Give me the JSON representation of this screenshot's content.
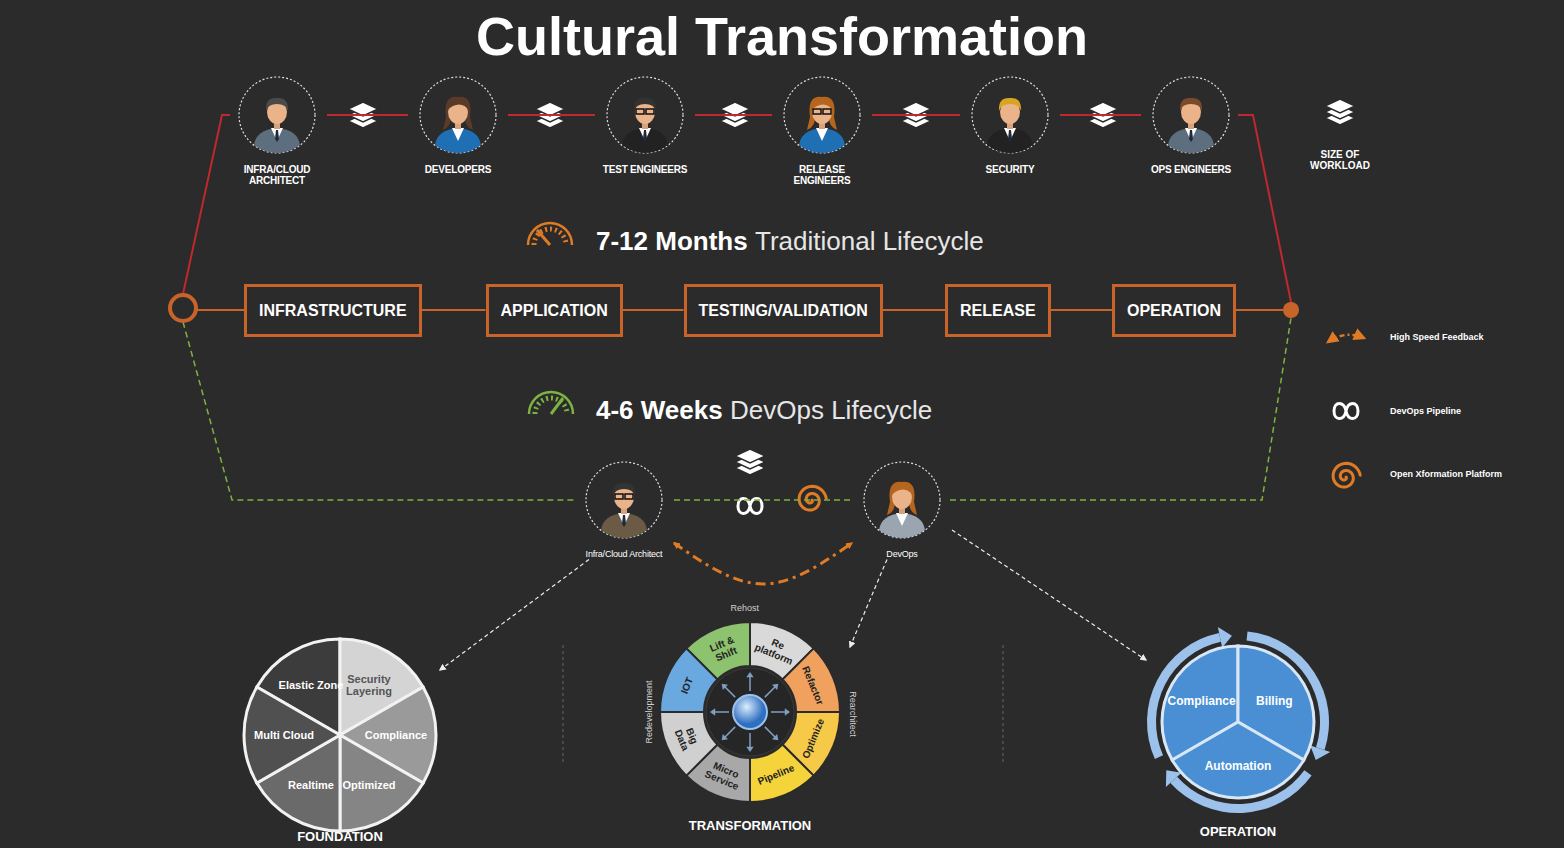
{
  "diagram": {
    "title": "Cultural Transformation",
    "nodes": [
      {
        "text": [
          "INFRA/CLOUD ARCHITECT"
        ]
      },
      {
        "text": [
          "DEVELOPERS"
        ]
      },
      {
        "text": [
          "TEST ENGINEERS"
        ]
      },
      {
        "text": [
          "RELEASE ENGINEERS"
        ]
      },
      {
        "text": [
          "SECURITY"
        ]
      },
      {
        "text": [
          "OPS ENGINEERS"
        ]
      },
      {
        "text": [
          "INFRASTRUCTURE"
        ]
      },
      {
        "text": [
          "APPLICATION"
        ]
      },
      {
        "text": [
          "TESTING/VALIDATION"
        ]
      },
      {
        "text": [
          "RELEASE"
        ]
      },
      {
        "text": [
          "OPERATION"
        ]
      },
      {
        "text": [
          "Infra/Cloud Architect"
        ]
      },
      {
        "text": [
          "DevOps"
        ]
      },
      {
        "text": [
          "FOUNDATION"
        ]
      },
      {
        "text": [
          "Elastic Zone"
        ],
        "in": 13
      },
      {
        "text": [
          "Security Layering"
        ],
        "in": 13
      },
      {
        "text": [
          "Compliance"
        ],
        "in": 13
      },
      {
        "text": [
          "Optimized"
        ],
        "in": 13
      },
      {
        "text": [
          "Realtime"
        ],
        "in": 13
      },
      {
        "text": [
          "Multi Cloud"
        ],
        "in": 13
      },
      {
        "text": [
          "TRANSFORMATION"
        ]
      },
      {
        "text": [
          "Lift & Shift"
        ],
        "in": 20
      },
      {
        "text": [
          "Re platform"
        ],
        "in": 20
      },
      {
        "text": [
          "Refactor"
        ],
        "in": 20
      },
      {
        "text": [
          "Optimize"
        ],
        "in": 20
      },
      {
        "text": [
          "Pipeline"
        ],
        "in": 20
      },
      {
        "text": [
          "Micro Service"
        ],
        "in": 20
      },
      {
        "text": [
          "Big Data"
        ],
        "in": 20
      },
      {
        "text": [
          "IOT"
        ],
        "in": 20
      },
      {
        "text": [
          "OPERATION"
        ]
      },
      {
        "text": [
          "Compliance"
        ],
        "in": 29
      },
      {
        "text": [
          "Billing"
        ],
        "in": 29
      },
      {
        "text": [
          "Automation"
        ],
        "in": 29
      }
    ],
    "edges": [
      {
        "from": 0,
        "to": 1,
        "arrow": "none"
      },
      {
        "from": 1,
        "to": 2,
        "arrow": "none"
      },
      {
        "from": 2,
        "to": 3,
        "arrow": "none"
      },
      {
        "from": 3,
        "to": 4,
        "arrow": "none"
      },
      {
        "from": 4,
        "to": 5,
        "arrow": "none"
      },
      {
        "from": 6,
        "to": 7,
        "arrow": "none"
      },
      {
        "from": 7,
        "to": 8,
        "arrow": "none"
      },
      {
        "from": 8,
        "to": 9,
        "arrow": "none"
      },
      {
        "from": 9,
        "to": 10,
        "arrow": "none"
      },
      {
        "from": 11,
        "to": 12,
        "arrow": "none"
      },
      {
        "from": 11,
        "to": 12,
        "arrow": "both"
      },
      {
        "from": 11,
        "to": 13,
        "arrow": "to"
      },
      {
        "from": 12,
        "to": 20,
        "arrow": "to"
      },
      {
        "from": 12,
        "to": 29,
        "arrow": "to"
      }
    ],
    "labels": [
      "SIZE OF WORKLOAD",
      "7-12 Months",
      "Traditional Lifecycle",
      "4-6 Weeks",
      "DevOps Lifecycle",
      "Rehost",
      "Rearchitect",
      "Redevelopment"
    ],
    "legend": [
      {
        "text": "High Speed Feedback"
      },
      {
        "text": "DevOps Pipeline"
      },
      {
        "text": "Open Xformation Platform"
      }
    ]
  }
}
